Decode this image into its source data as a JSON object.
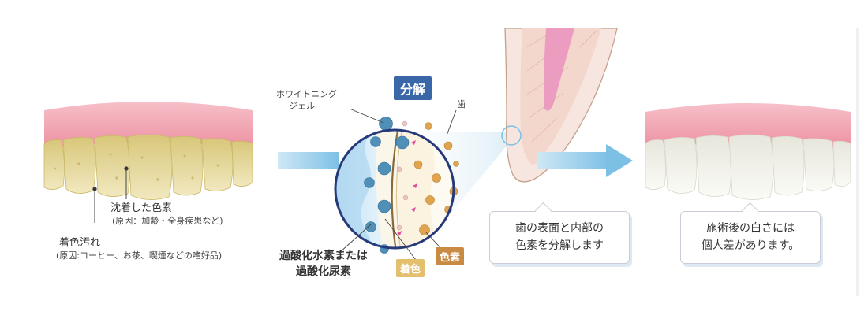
{
  "labels": {
    "pigment_deposit": "沈着した色素",
    "pigment_deposit_cause": "(原因：加齢・全身疾患など)",
    "stain": "着色汚れ",
    "stain_cause": "(原因:コーヒー、お茶、喫煙などの嗜好品)",
    "whitening_gel_line1": "ホワイトニング",
    "whitening_gel_line2": "ジェル",
    "tooth": "歯",
    "peroxide_line1": "過酸化水素または",
    "peroxide_line2": "過酸化尿素"
  },
  "badges": {
    "decompose": "分解",
    "stain_badge": "着色",
    "pigment_badge": "色素"
  },
  "callouts": {
    "middle_line1": "歯の表面と内部の",
    "middle_line2": "色素を分解します",
    "right_line1": "施術後の白さには",
    "right_line2": "個人差があります。"
  },
  "colors": {
    "gum": "#f0a0ae",
    "yellow_tooth": "#e4d79a",
    "white_tooth": "#f7f7f0",
    "arrow": "#8fcbe8",
    "navy_badge": "#3a67a8",
    "stain_badge": "#e3bf6e",
    "pigment_badge": "#c98a43",
    "circle_border": "#263a7a"
  }
}
